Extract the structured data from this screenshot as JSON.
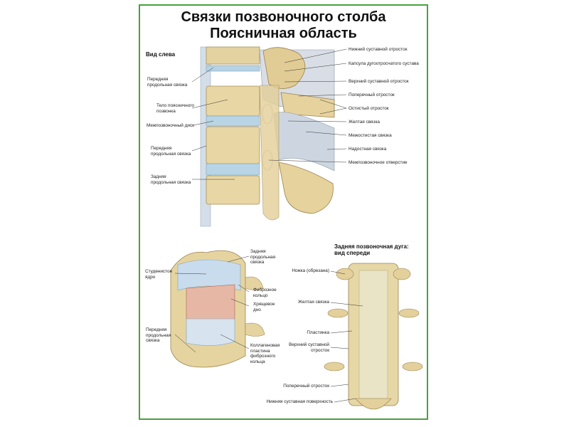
{
  "poster": {
    "title_line1": "Связки позвоночного столба",
    "title_line2": "Поясничная область",
    "colors": {
      "border": "#4aa040",
      "bone": "#e8d9a8",
      "bone_dark": "#c9b37a",
      "disc": "#b9d4e4",
      "ligament": "#d8e2ea",
      "marrow": "#e0a090"
    }
  },
  "panel1": {
    "heading": "Вид слева",
    "left_labels": [
      "Передняя\nпродольная связка",
      "Тело поясничного\nпозвонка",
      "Межпозвоночный диск",
      "Передняя\nпродольная связка",
      "Задняя\nпродольная связка"
    ],
    "right_labels": [
      "Нижний суставной отросток",
      "Капсула дугоотросчатого сустава",
      "Верхний суставной отросток",
      "Поперечный отросток",
      "Остистый отросток",
      "Желтая связка",
      "Межостистая связка",
      "Надостная связка",
      "Межпозвоночное отверстие"
    ]
  },
  "panel2": {
    "left_labels": [
      "Студенистое\nядро",
      "Передняя\nпродольная\nсвязка"
    ],
    "right_labels": [
      "Задняя\nпродольная\nсвязка",
      "Фиброзное\nкольцо",
      "Хрящевое\nдно",
      "Коллагеновая\nпластина\nфиброзного\nкольца"
    ]
  },
  "panel3": {
    "heading": "Задняя позвоночная дуга:\nвид спереди",
    "labels": [
      "Ножка (обрезана)",
      "Желтая связка",
      "Пластинка",
      "Верхний суставной\nотросток",
      "Поперечный отросток",
      "Нижняя суставная поверхность"
    ]
  }
}
